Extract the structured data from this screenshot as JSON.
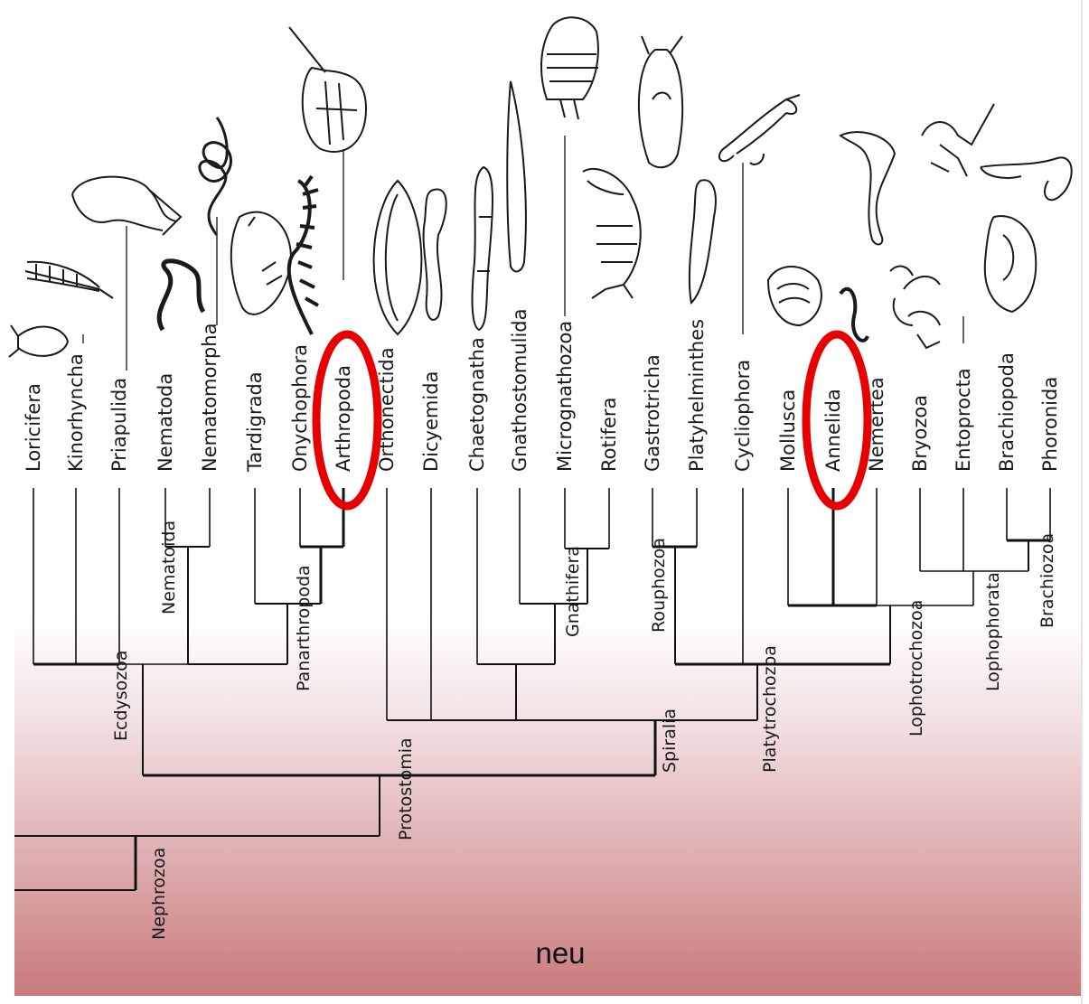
{
  "diagram": {
    "type": "phylogenetic-tree",
    "taxa": [
      {
        "id": "loricifera",
        "label": "Loricifera"
      },
      {
        "id": "kinorhyncha",
        "label": "Kinorhyncha"
      },
      {
        "id": "priapulida",
        "label": "Priapulida"
      },
      {
        "id": "nematoda",
        "label": "Nematoda"
      },
      {
        "id": "nematomorpha",
        "label": "Nematomorpha"
      },
      {
        "id": "tardigrada",
        "label": "Tardigrada"
      },
      {
        "id": "onychophora",
        "label": "Onychophora"
      },
      {
        "id": "arthropoda",
        "label": "Arthropoda",
        "highlighted": true
      },
      {
        "id": "orthonectida",
        "label": "Orthonectida"
      },
      {
        "id": "dicyemida",
        "label": "Dicyemida"
      },
      {
        "id": "chaetognatha",
        "label": "Chaetognatha"
      },
      {
        "id": "gnathostomulida",
        "label": "Gnathostomulida"
      },
      {
        "id": "micrognathozoa",
        "label": "Micrognathozoa"
      },
      {
        "id": "rotifera",
        "label": "Rotifera"
      },
      {
        "id": "gastrotricha",
        "label": "Gastrotricha"
      },
      {
        "id": "platyhelminthes",
        "label": "Platyhelminthes"
      },
      {
        "id": "cycliophora",
        "label": "Cycliophora"
      },
      {
        "id": "mollusca",
        "label": "Mollusca"
      },
      {
        "id": "annelida",
        "label": "Annelida",
        "highlighted": true
      },
      {
        "id": "nemertea",
        "label": "Nemertea"
      },
      {
        "id": "bryozoa",
        "label": "Bryozoa"
      },
      {
        "id": "entoprocta",
        "label": "Entoprocta"
      },
      {
        "id": "brachiopoda",
        "label": "Brachiopoda"
      },
      {
        "id": "phoronida",
        "label": "Phoronida"
      }
    ],
    "clades": [
      {
        "id": "nematoida",
        "label": "Nematoida"
      },
      {
        "id": "panarthropoda",
        "label": "Panarthropoda"
      },
      {
        "id": "ecdysozoa",
        "label": "Ecdysozoa"
      },
      {
        "id": "gnathifera",
        "label": "Gnathifera"
      },
      {
        "id": "rouphozoa",
        "label": "Rouphozoa"
      },
      {
        "id": "spiralia",
        "label": "Spiralia"
      },
      {
        "id": "platytrochozoa",
        "label": "Platytrochozoa"
      },
      {
        "id": "lophotrochozoa",
        "label": "Lophotrochozoa"
      },
      {
        "id": "lophophorata",
        "label": "Lophophorata"
      },
      {
        "id": "brachiozoa",
        "label": "Brachiozoa"
      },
      {
        "id": "protostomia",
        "label": "Protostomia"
      },
      {
        "id": "nephrozoa",
        "label": "Nephrozoa"
      }
    ],
    "caption": "neu",
    "colors": {
      "highlight_ring": "#e60000",
      "gradient_top": "#ffffff",
      "gradient_bottom": "#c97a7d",
      "line": "#111111"
    }
  }
}
